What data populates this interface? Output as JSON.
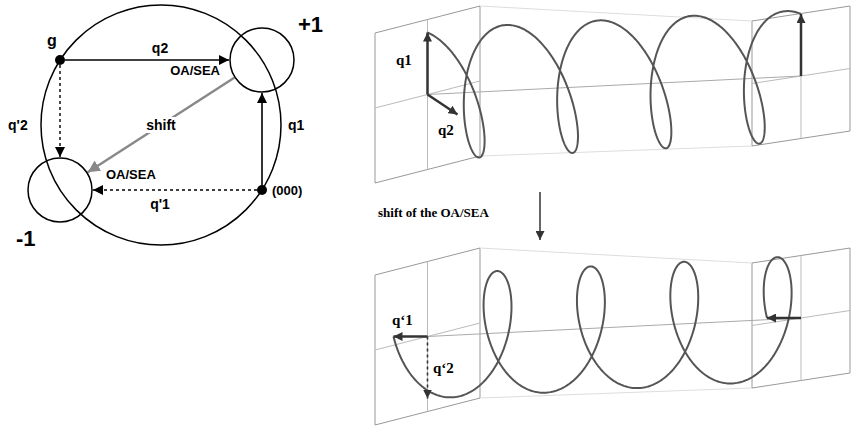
{
  "diagram": {
    "nodes": [
      {
        "text": [
          "g"
        ]
      },
      {
        "text": [
          "+1"
        ]
      },
      {
        "text": [
          "(000)"
        ]
      },
      {
        "text": [
          "-1"
        ]
      }
    ],
    "edges": [
      {
        "from": 0,
        "to": 1,
        "label": "q2",
        "arrow": "to"
      },
      {
        "from": 2,
        "to": 1,
        "label": "q1",
        "arrow": "to"
      },
      {
        "from": 1,
        "to": 3,
        "label": "shift",
        "arrow": "to"
      },
      {
        "from": 0,
        "to": 3,
        "label": "q'2",
        "arrow": "to"
      },
      {
        "from": 2,
        "to": 3,
        "label": "q'1",
        "arrow": "to"
      }
    ],
    "labels": [
      "OA/SEA",
      "OA/SEA",
      "q1",
      "q2",
      "shift of the OA/SEA",
      "q‘1",
      "q‘2"
    ]
  }
}
